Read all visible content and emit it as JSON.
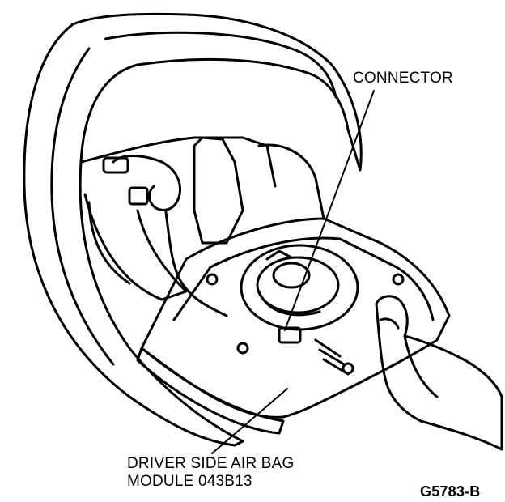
{
  "diagram": {
    "labels": {
      "connector": "CONNECTOR",
      "module_line1": "DRIVER SIDE AIR BAG",
      "module_line2": "MODULE 043B13",
      "figure_id": "G5783-B"
    },
    "colors": {
      "ink": "#000000",
      "paper": "#ffffff"
    },
    "icons": [
      "steering-wheel-drawing",
      "air-bag-module-drawing",
      "hand-drawing",
      "connector-drawing"
    ]
  }
}
